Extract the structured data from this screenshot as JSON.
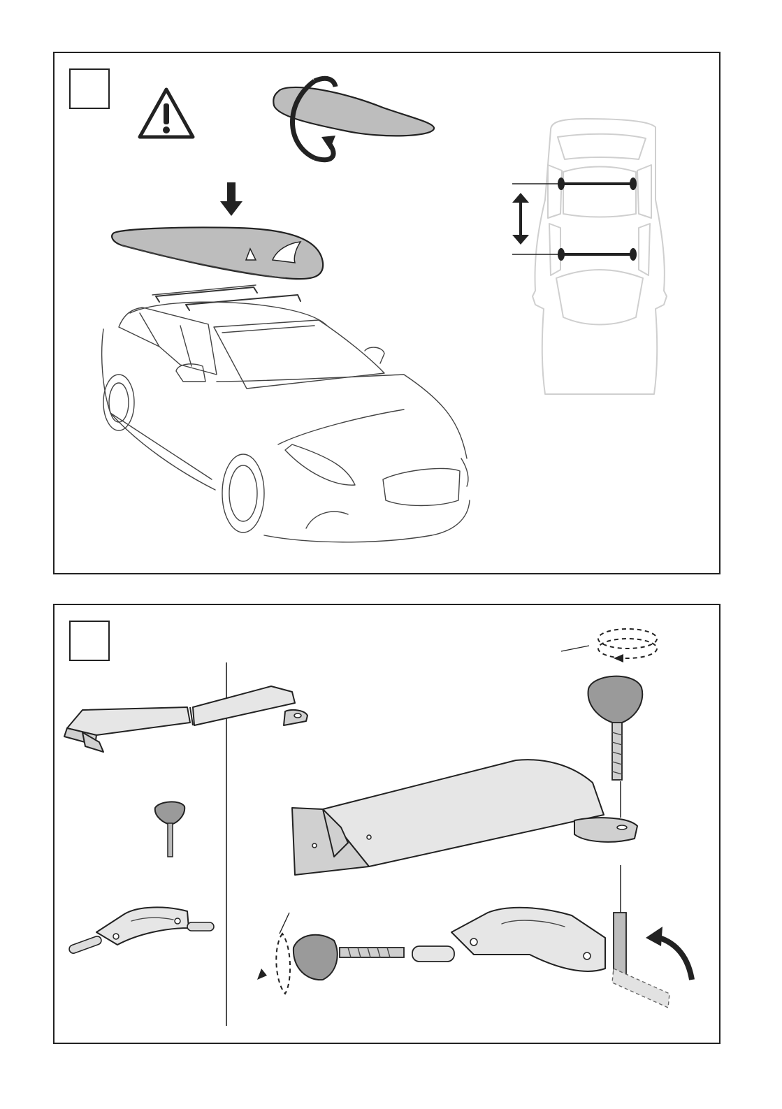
{
  "colors": {
    "line": "#222222",
    "board_fill": "#bdbdbd",
    "part_fill": "#d0d0d0",
    "knob_fill": "#9a9a9a",
    "faint_outline": "#cfcfcf"
  },
  "panels": [
    {
      "step_label": "",
      "illustrations": [
        "warning-icon",
        "rotate-board-icon",
        "down-arrow-icon",
        "surfboard",
        "car-with-roof-bars",
        "car-top-view-bar-spacing"
      ]
    },
    {
      "step_label": "",
      "illustrations": [
        "mount-rail-assembly",
        "knob-screw",
        "clamp-bracket",
        "assembly-detail"
      ]
    }
  ]
}
